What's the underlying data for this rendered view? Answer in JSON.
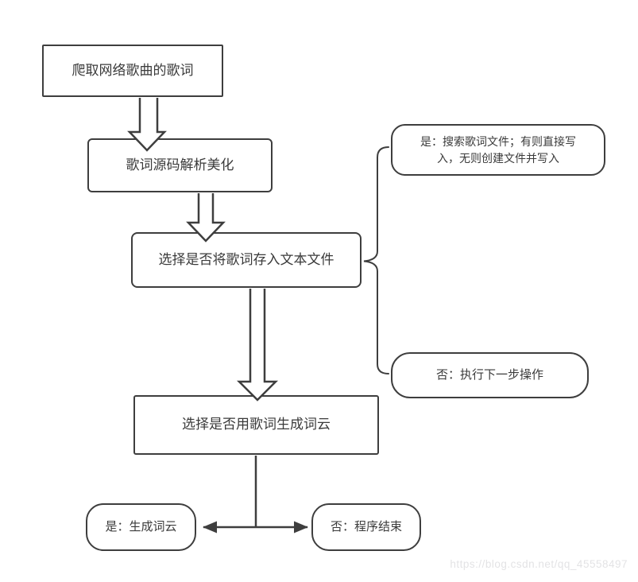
{
  "diagram": {
    "nodes": {
      "crawl": {
        "label": "爬取网络歌曲的歌词"
      },
      "parse": {
        "label": "歌词源码解析美化"
      },
      "save_decision": {
        "label": "选择是否将歌词存入文本文件"
      },
      "yes_save": {
        "lines": [
          "是：搜索歌词文件；有则直接写",
          "入，无则创建文件并写入"
        ]
      },
      "no_save": {
        "label": "否：执行下一步操作"
      },
      "wordcloud_decision": {
        "label": "选择是否用歌词生成词云"
      },
      "yes_wordcloud": {
        "label": "是：生成词云"
      },
      "no_end": {
        "label": "否：程序结束"
      }
    },
    "watermark": "https://blog.csdn.net/qq_45558497",
    "colors": {
      "stroke": "#3e3e3e",
      "text": "#3a3a3a",
      "watermark": "#e3e3e5",
      "background": "#ffffff"
    }
  }
}
